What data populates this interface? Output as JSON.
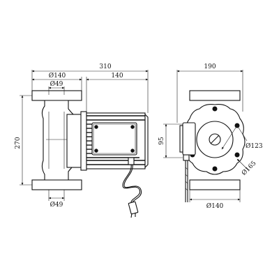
{
  "drawing": {
    "title": "",
    "dimensions": {
      "overall_length": "310",
      "motor_length": "140",
      "top_flange_outer": "Ø140",
      "top_port_inner": "Ø49",
      "height": "270",
      "bottom_port_inner": "Ø49",
      "width_end_view": "190",
      "axis_offset": "95",
      "bolt_circle": "Ø123",
      "flange_outer_end": "Ø165",
      "bottom_flange_end": "Ø140"
    }
  }
}
